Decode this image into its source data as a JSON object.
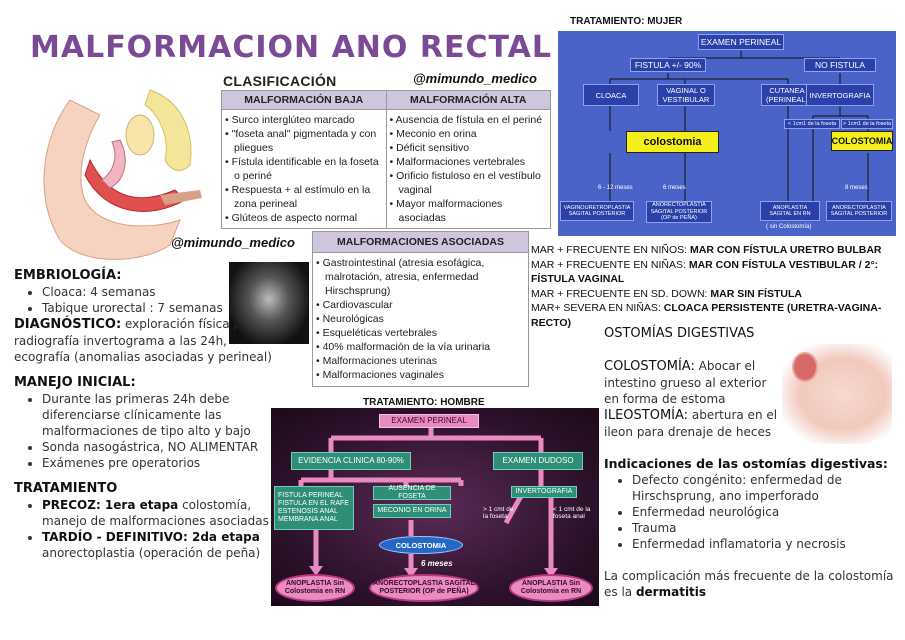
{
  "title": "MALFORMACION ANO RECTAL",
  "handles": [
    "@mimundo_medico",
    "@mimundo_medico"
  ],
  "clasificacion": {
    "title": "CLASIFICACIÓN",
    "headers": [
      "MALFORMACIÓN BAJA",
      "MALFORMACIÓN ALTA"
    ],
    "baja": [
      "Surco interglúteo marcado",
      "\"foseta anal\" pigmentada y con pliegues",
      "Fístula identificable en la foseta o periné",
      "Respuesta + al estímulo en la zona perineal",
      "Glúteos de aspecto normal"
    ],
    "alta": [
      "Ausencia de fístula en el periné",
      "Meconio en orina",
      "Déficit sensitivo",
      "Malformaciones vertebrales",
      "Orificio fistuloso en el vestíbulo vaginal",
      "Mayor malformaciones asociadas"
    ]
  },
  "asociadas": {
    "title": "MALFORMACIONES ASOCIADAS",
    "items": [
      "Gastrointestinal (atresia esofágica, malrotación, atresia, enfermedad Hirschsprung)",
      "Cardiovascular",
      "Neurológicas",
      "Esqueléticas vertebrales",
      "40% malformación de la vía urinaria",
      "Malformaciones uterinas",
      "Malformaciones vaginales"
    ]
  },
  "embriologia": {
    "title": "EMBRIOLOGÍA:",
    "items": [
      "Cloaca: 4 semanas",
      "Tabique urorectal : 7 semanas"
    ]
  },
  "diagnostico": {
    "label": "DIAGNÓSTICO:",
    "text": " exploración física , radiografía invertograma a las 24h, ecografía (anomalias asociadas y perineal)"
  },
  "manejo": {
    "title": "MANEJO INICIAL:",
    "items": [
      "Durante las primeras 24h debe diferenciarse clínicamente las malformaciones de tipo alto y bajo",
      "Sonda nasogástrica, NO ALIMENTAR",
      "Exámenes pre operatorios"
    ]
  },
  "tratamiento": {
    "title": "TRATAMIENTO",
    "precoz_label": "PRECOZ: 1era etapa",
    "precoz_text": " colostomía, manejo de malformaciones asociadas",
    "tardio_label": "TARDÍO - DEFINITIVO: 2da etapa",
    "tardio_text": " anorectoplastia (operación de peña)"
  },
  "tratamiento_mujer": {
    "label": "TRATAMIENTO: MUJER",
    "examen": "EXAMEN PERINEAL",
    "fistula": "FISTULA  +/- 90%",
    "no_fistula": "NO FISTULA",
    "cloaca": "CLOACA",
    "vaginal": "VAGINAL O VESTIBULAR",
    "cutanea": "CUTANEA (PERINEAL)",
    "invertografia": "INVERTOGRAFIA",
    "colostomia": "colostomia",
    "menor_1cm": "< 1cm1 de la foseta",
    "mayor_1cm": "> 1cm1 de la foseta",
    "colostomia_caps": "COLOSTOMIA",
    "t1": "6 - 12 meses",
    "t2": "6 meses",
    "t3": "8 meses",
    "res1": "VAGINOURETROPLASTIA SAGITAL POSTERIOR",
    "res2": "ANORECTOPLASTIA SAGITAL POSTERIOR (OP de PEÑA)",
    "res3": "ANOPLASTIA SAGITAL EN RN",
    "res3b": "( sin Colostomía)",
    "res4": "ANORECTOPLASTIA SAGITAL POSTERIOR"
  },
  "frecuencias": [
    {
      "pre": "MAR + FRECUENTE EN NIÑOS: ",
      "bold": "MAR CON FÍSTULA URETRO BULBAR"
    },
    {
      "pre": "MAR + FRECUENTE EN NIÑAS: ",
      "bold": "MAR CON FÍSTULA VESTIBULAR / 2°: FÍSTULA VAGINAL"
    },
    {
      "pre": "MAR + FRECUENTE EN SD. DOWN: ",
      "bold": "MAR SIN FÍSTULA"
    },
    {
      "pre": "MAR+ SEVERA EN NIÑAS: ",
      "bold": "CLOACA PERSISTENTE (URETRA-VAGINA-RECTO)"
    }
  ],
  "tratamiento_hombre": {
    "label": "TRATAMIENTO: HOMBRE",
    "examen": "EXAMEN PERINEAL",
    "evidencia": "EVIDENCIA CLINICA 80-90%",
    "dudoso": "EXAMEN DUDOSO",
    "fistula_lines": "FISTULA PERINEAL FISTULA EN EL RAFE ESTENOSIS ANAL MEMBRANA ANAL",
    "ausencia": "AUSENCIA DE FOSETA",
    "meconio": "MECONIO EN ORINA",
    "invertografia": "INVERTOGRAFIA",
    "mayor": "> 1 cmt de la foseta",
    "menor": "< 1 cmt de la foseta anal",
    "colostomia": "COLOSTOMIA",
    "meses": "6 meses",
    "out1": "ANOPLASTIA Sin Colostomia en RN",
    "out2": "ANORECTOPLASTIA SAGITAL POSTERIOR (OP de PEÑA)",
    "out3": "ANOPLASTIA Sin Colostomia en RN"
  },
  "ostomias": {
    "title": "OSTOMÍAS DIGESTIVAS",
    "colostomia_label": "COLOSTOMÍA:",
    "colostomia_text": " Abocar el intestino grueso al exterior en forma de estoma",
    "ileostomia_label": "ILEOSTOMÍA:",
    "ileostomia_text": " abertura en el ileon para drenaje de heces",
    "indicaciones_title": "Indicaciones de las ostomías digestivas:",
    "indicaciones": [
      "Defecto congénito: enfermedad de Hirschsprung, ano imperforado",
      "Enfermedad neurológica",
      "Trauma",
      "Enfermedad inflamatoria y necrosis"
    ],
    "complicacion_text": "La complicación más frecuente de la colostomía es la ",
    "complicacion_bold": "dermatitis"
  }
}
